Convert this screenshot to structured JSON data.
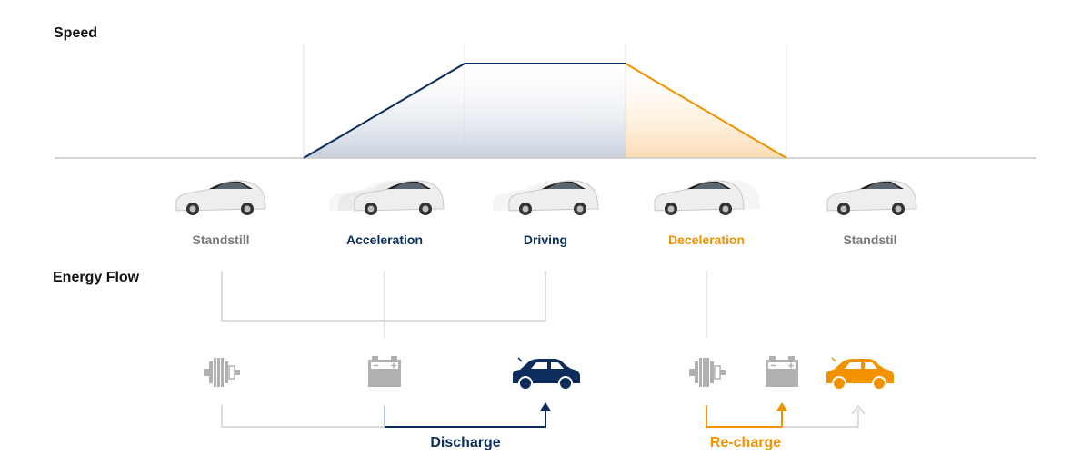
{
  "titles": {
    "speed": "Speed",
    "energy_flow": "Energy Flow"
  },
  "phases": [
    {
      "label": "Standstill",
      "color": "#7a7a7a"
    },
    {
      "label": "Acceleration",
      "color": "#0c2d5c"
    },
    {
      "label": "Driving",
      "color": "#0c2d5c"
    },
    {
      "label": "Deceleration",
      "color": "#f39200"
    },
    {
      "label": "Standstil",
      "color": "#7a7a7a"
    }
  ],
  "flows": {
    "discharge": {
      "label": "Discharge",
      "color": "#0c2d5c"
    },
    "recharge": {
      "label": "Re-charge",
      "color": "#f39200"
    }
  },
  "icons": {
    "motor": "motor-generator-icon",
    "battery": "battery-icon",
    "car": "car-icon"
  },
  "colors": {
    "navy": "#0c2d5c",
    "orange": "#f39200",
    "gray_line": "#c8c8c8",
    "gray_icon": "#b0b0b0"
  }
}
